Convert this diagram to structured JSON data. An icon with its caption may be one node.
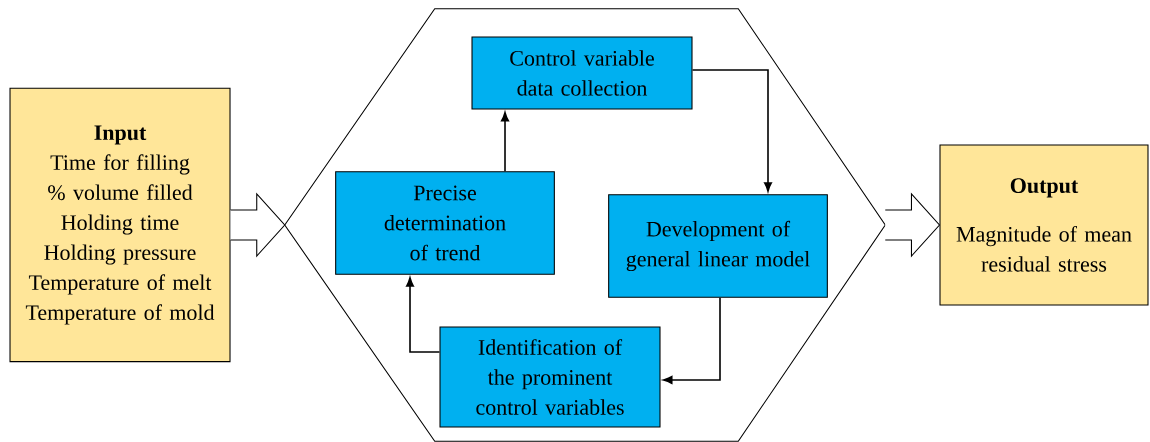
{
  "diagram": {
    "nodes": [
      {
        "text": [
          "Input",
          "Time for filling",
          "% volume filled",
          "Holding time",
          "Holding pressure",
          "Temperature of melt",
          "Temperature of mold"
        ]
      },
      {
        "text": [],
        "shape": "hexagon"
      },
      {
        "text": [
          "Control variable data collection"
        ],
        "in": 1
      },
      {
        "text": [
          "Development of general linear model"
        ],
        "in": 1
      },
      {
        "text": [
          "Identification of the prominent control variables"
        ],
        "in": 1
      },
      {
        "text": [
          "Precise determination of trend"
        ],
        "in": 1
      },
      {
        "text": [
          "Output",
          "Magnitude of mean residual stress"
        ]
      }
    ],
    "edges": [
      {
        "from": 0,
        "to": 1,
        "arrow": "to"
      },
      {
        "from": 1,
        "to": 6,
        "arrow": "to"
      },
      {
        "from": 2,
        "to": 3,
        "arrow": "to"
      },
      {
        "from": 3,
        "to": 4,
        "arrow": "to"
      },
      {
        "from": 4,
        "to": 5,
        "arrow": "to"
      },
      {
        "from": 5,
        "to": 2,
        "arrow": "to"
      }
    ]
  }
}
